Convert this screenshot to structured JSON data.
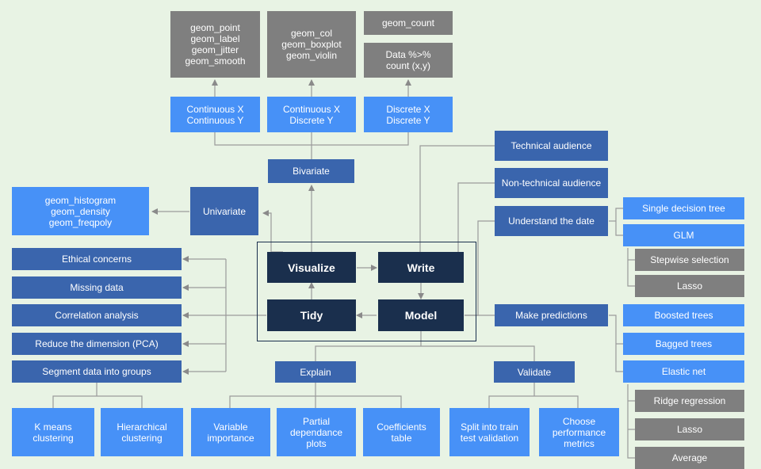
{
  "colors": {
    "background": "#e8f3e4",
    "gray_box": "#7f7f7f",
    "bright_blue_box": "#4791f7",
    "mid_blue_box": "#3a65ad",
    "dark_navy_box": "#1a2f4d",
    "connector": "#9a9a9a"
  },
  "core": {
    "visualize": "Visualize",
    "write": "Write",
    "tidy": "Tidy",
    "model": "Model"
  },
  "visualize_branch": {
    "univariate": "Univariate",
    "univariate_geoms": "geom_histogram\ngeom_density\ngeom_freqpoly",
    "bivariate": "Bivariate",
    "cont_cont": "Continuous X\nContinuous Y",
    "cont_disc": "Continuous X\nDiscrete Y",
    "disc_disc": "Discrete X\nDiscrete Y",
    "geoms_cont_cont": "geom_point\ngeom_label\ngeom_jitter\ngeom_smooth",
    "geoms_cont_disc": "geom_col\ngeom_boxplot\ngeom_violin",
    "geom_count": "geom_count",
    "data_count": "Data %>%\ncount (x,y)"
  },
  "tidy_branch": {
    "ethical": "Ethical concerns",
    "missing": "Missing data",
    "correlation": "Correlation analysis",
    "reduce": "Reduce the dimension (PCA)",
    "segment": "Segment data into groups",
    "kmeans": "K means\nclustering",
    "hierarchical": "Hierarchical\nclustering"
  },
  "write_branch": {
    "technical": "Technical audience",
    "non_technical": "Non-technical audience"
  },
  "model_branch": {
    "understand": "Understand the date",
    "single_tree": "Single decision tree",
    "glm": "GLM",
    "stepwise": "Stepwise selection",
    "lasso_glm": "Lasso",
    "predictions": "Make predictions",
    "boosted": "Boosted trees",
    "bagged": "Bagged trees",
    "elastic": "Elastic net",
    "ridge": "Ridge regression",
    "lasso_en": "Lasso",
    "average": "Average",
    "explain": "Explain",
    "validate": "Validate",
    "var_importance": "Variable\nimportance",
    "partial_dep": "Partial\ndependance\nplots",
    "coef_table": "Coefficients\ntable",
    "split": "Split into train\ntest validation",
    "choose_metrics": "Choose\nperformance\nmetrics"
  }
}
